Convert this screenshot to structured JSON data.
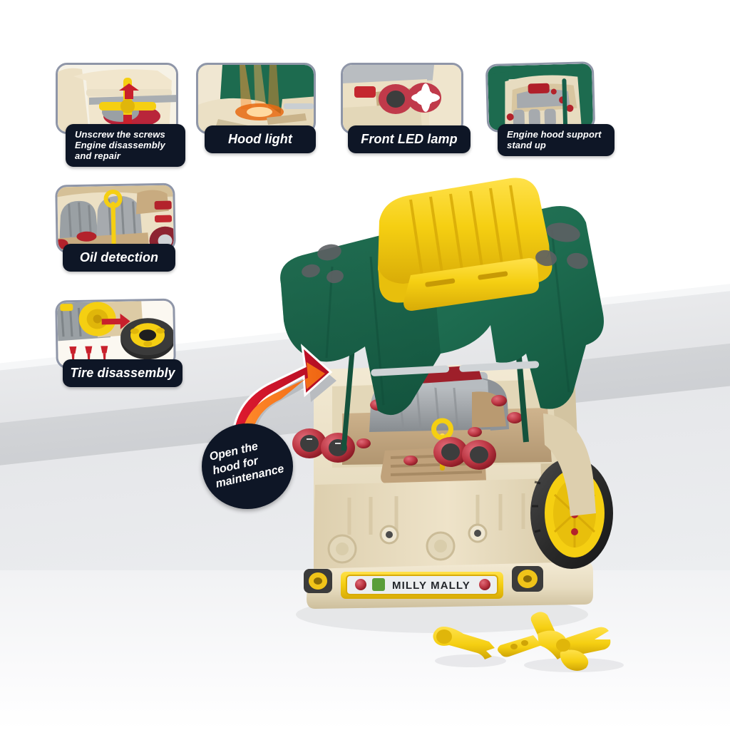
{
  "page": {
    "kind": "product-feature-infographic",
    "product_brand": "MILLY MALLY",
    "background_color": "#ffffff"
  },
  "features": [
    {
      "id": "unscrew-screws",
      "label": "Unscrew the screws\nEngine disassembly\nand repair",
      "photo_alt": "yellow cross screwdriver turning screws on engine"
    },
    {
      "id": "hood-light",
      "label": "Hood light",
      "photo_alt": "orange light beams shining under the raised green hood"
    },
    {
      "id": "front-led-lamp",
      "label": "Front LED lamp",
      "photo_alt": "two red headlamps with one lit white LED"
    },
    {
      "id": "engine-hood-support",
      "label": "Engine hood support\nstand up",
      "photo_alt": "green hood propped up by support rods over the engine"
    },
    {
      "id": "oil-detection",
      "label": "Oil detection",
      "photo_alt": "yellow dipstick inserted into grey engine block"
    },
    {
      "id": "tire-disassembly",
      "label": "Tire disassembly",
      "photo_alt": "black and yellow wheel removed with three red bolts"
    }
  ],
  "callout": {
    "text": "Open the\nhood for\nmaintenance",
    "arrow_colors": {
      "outer": "#c8102e",
      "inner": "#f26522",
      "shadow": "#b9bcc0"
    },
    "badge_color": "#0e1626"
  },
  "toy": {
    "name": "toy car engine repair workbench",
    "hood_color": "#1d6b4f",
    "body_color": "#e7dcc0",
    "accent_color": "#f5cf12",
    "engine_color": "#a6aaae",
    "badge_text": "MILLY MALLY",
    "wheel_rim_color": "#f5cf12",
    "wheel_tire_color": "#2b2b2b",
    "tools": [
      {
        "id": "wrench",
        "label": "yellow wrench"
      },
      {
        "id": "cross-screwdriver",
        "label": "yellow cross screwdriver"
      }
    ]
  },
  "colors": {
    "pill_bg": "#0e1626",
    "frame_border": "#8f96a8",
    "green": "#1d6b4f",
    "yellow": "#f5cf12",
    "cream": "#e7dcc0",
    "red": "#b3222b",
    "gray": "#9aa0a4"
  }
}
